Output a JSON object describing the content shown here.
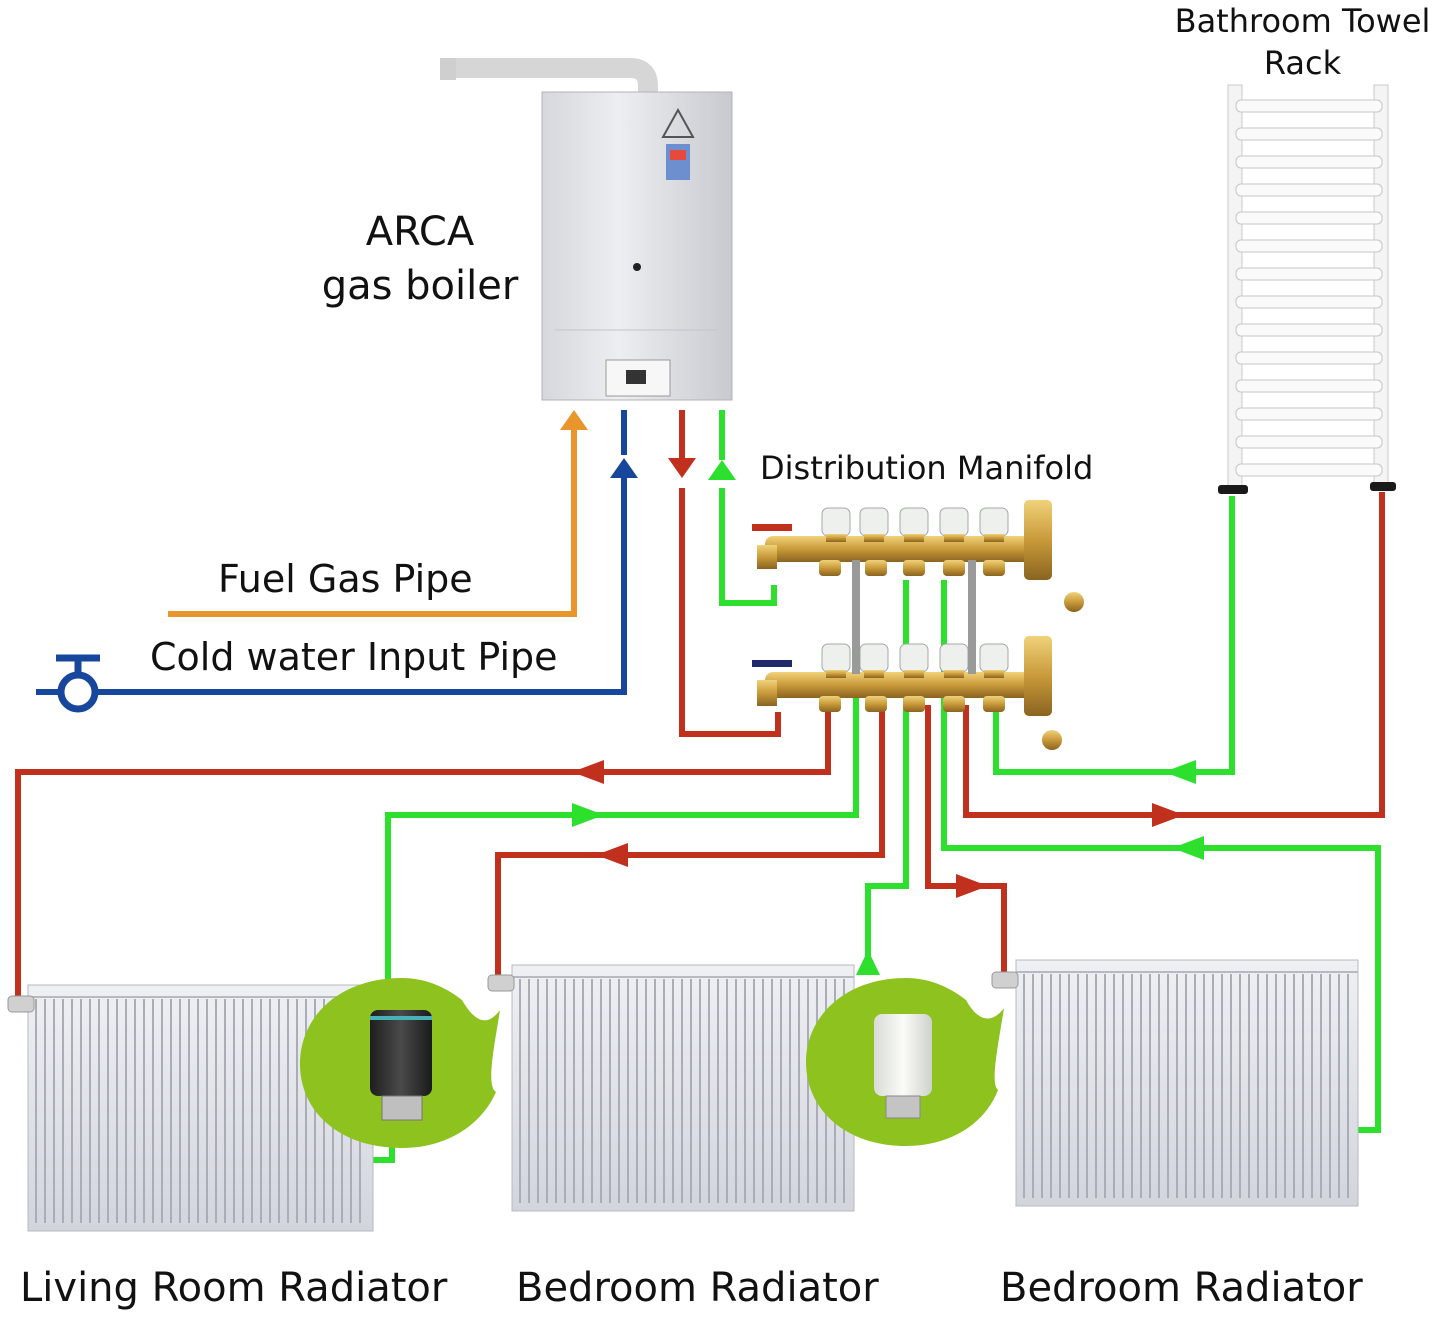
{
  "labels": {
    "boiler_line1": "ARCA",
    "boiler_line2": "gas boiler",
    "towel_line1": "Bathroom Towel",
    "towel_line2": "Rack",
    "manifold": "Distribution Manifold",
    "fuel_gas": "Fuel Gas Pipe",
    "cold_water": "Cold water Input Pipe",
    "radiator_living": "Living Room Radiator",
    "radiator_bedroom_1": "Bedroom Radiator",
    "radiator_bedroom_2": "Bedroom Radiator"
  },
  "colors": {
    "hot_pipe": "#c0301d",
    "return_pipe": "#2ee02e",
    "gas_pipe": "#e8952c",
    "cold_pipe": "#16479c",
    "thermostat_bubble": "#8dc21f",
    "brass": "#c99a3a",
    "radiator": "#e4e6ec"
  }
}
